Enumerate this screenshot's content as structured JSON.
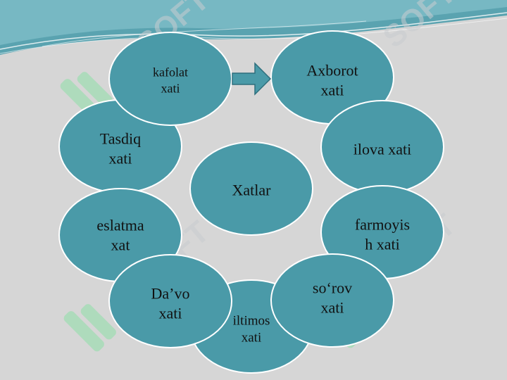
{
  "slide": {
    "center": "Xatlar",
    "nodes": [
      {
        "id": "kafolat",
        "text": "kafolat\nxati"
      },
      {
        "id": "axborot",
        "text": "Axborot\nxati"
      },
      {
        "id": "ilova",
        "text": "ilova xati"
      },
      {
        "id": "farmoyish",
        "text": "farmoyis\nh xati"
      },
      {
        "id": "sorov",
        "text": "so‘rov\nxati"
      },
      {
        "id": "iltimos",
        "text": "iltimos\nxati"
      },
      {
        "id": "davo",
        "text": "Da’vo\nxati"
      },
      {
        "id": "eslatma",
        "text": "eslatma\nxat"
      },
      {
        "id": "tasdiq",
        "text": "Tasdiq\nxati"
      }
    ]
  },
  "colors": {
    "ellipse_fill": "#4a9aa8",
    "ellipse_stroke": "#ffffff",
    "background": "#d6d6d6",
    "wave_top": "#6fb3c0",
    "watermark": "#7fd99a"
  },
  "watermark_text": "SOFT"
}
